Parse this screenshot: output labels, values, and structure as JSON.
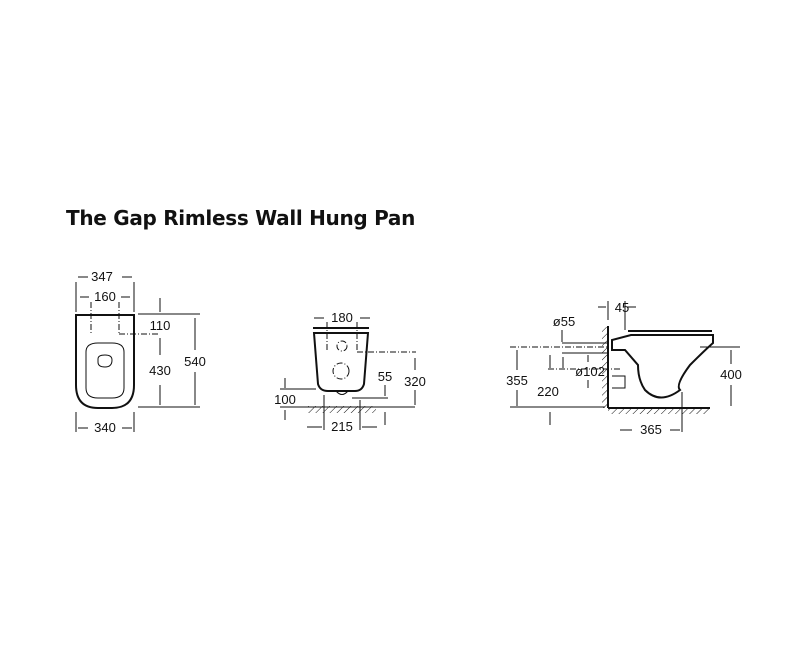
{
  "title": "The Gap Rimless Wall Hung Pan",
  "top_view": {
    "overall_width": "347",
    "fixing_centres": "160",
    "fixing_from_back": "110",
    "fixing_to_front": "430",
    "overall_depth": "540",
    "base_width": "340"
  },
  "rear_view": {
    "fixing_centres": "180",
    "outlet_height": "55",
    "fixing_height": "320",
    "floor_clearance": "100",
    "outlet_width": "215"
  },
  "side_view": {
    "projection": "45",
    "inlet_diameter": "ø55",
    "outlet_diameter": "ø102",
    "inlet_height": "355",
    "outlet_height": "220",
    "rim_height": "400",
    "outlet_distance": "365"
  }
}
